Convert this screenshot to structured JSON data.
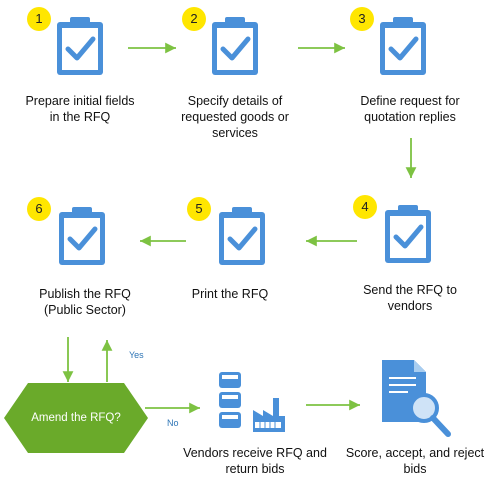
{
  "steps": [
    {
      "number": "1",
      "label_lines": [
        "Prepare initial fields",
        "in the RFQ"
      ]
    },
    {
      "number": "2",
      "label_lines": [
        "Specify details of",
        "requested goods or",
        "services"
      ]
    },
    {
      "number": "3",
      "label_lines": [
        "Define request for",
        "quotation replies"
      ]
    },
    {
      "number": "4",
      "label_lines": [
        "Send the RFQ to",
        "vendors"
      ]
    },
    {
      "number": "5",
      "label_lines": [
        "Print the RFQ"
      ]
    },
    {
      "number": "6",
      "label_lines": [
        "Publish the RFQ",
        "(Public Sector)"
      ]
    }
  ],
  "decision": {
    "label": "Amend the RFQ?",
    "yes": "Yes",
    "no": "No"
  },
  "vendors": {
    "label_lines": [
      "Vendors receive RFQ and",
      "return bids"
    ]
  },
  "score": {
    "label_lines": [
      "Score, accept, and reject",
      "bids"
    ]
  },
  "colors": {
    "accent": "#4a90d9",
    "badge": "#ffe600",
    "arrow": "#7dc242",
    "decision": "#6aaa2a",
    "flag": "#2e75b6"
  },
  "icons": {
    "step": "clipboard-check-icon",
    "vendors": "vendors-factory-icon",
    "score": "document-magnifier-icon"
  }
}
